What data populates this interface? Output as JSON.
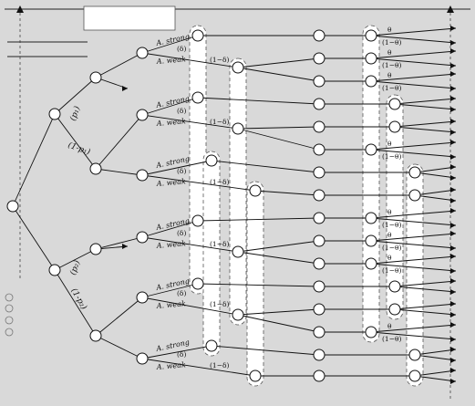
{
  "labels": {
    "strong": "A. strong",
    "weak": "A. weak",
    "delta": "(δ)",
    "one_minus_delta": "(1−δ)",
    "theta": "θ",
    "one_minus_theta": "(1−θ)",
    "p_upper": "(p₁)",
    "one_minus_p_upper": "(1-p₁)",
    "p_lower": "(p₂)",
    "one_minus_p_lower": "(1-p₂)"
  }
}
